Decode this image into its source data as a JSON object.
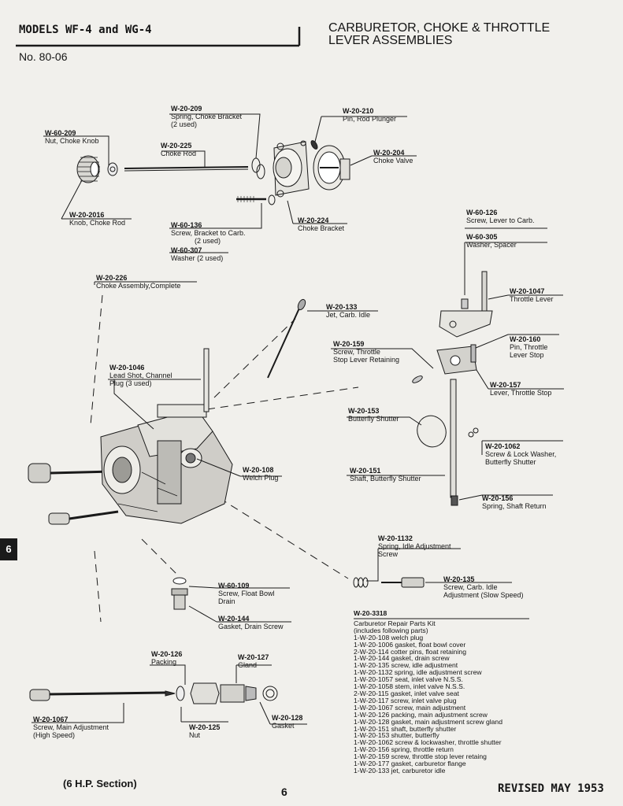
{
  "header": {
    "models": "MODELS WF-4 and WG-4",
    "number": "No. 80-06",
    "title_line1": "CARBURETOR, CHOKE & THROTTLE",
    "title_line2": "LEVER ASSEMBLIES"
  },
  "parts": {
    "p1": {
      "num": "W-60-209",
      "desc": "Nut, Choke Knob"
    },
    "p2": {
      "num": "W-20-209",
      "desc": "Spring, Choke Bracket\n(2 used)"
    },
    "p3": {
      "num": "W-20-225",
      "desc": "Choke Rod"
    },
    "p4": {
      "num": "W-20-210",
      "desc": "Pin, Rod Plunger"
    },
    "p5": {
      "num": "W-20-204",
      "desc": "Choke Valve"
    },
    "p6": {
      "num": "W-20-2016",
      "desc": "Knob, Choke Rod"
    },
    "p7": {
      "num": "W-60-136",
      "desc": "Screw, Bracket to Carb.\n            (2 used)"
    },
    "p8": {
      "num": "W-60-307",
      "desc": "Washer (2 used)"
    },
    "p9": {
      "num": "W-20-224",
      "desc": "Choke Bracket"
    },
    "p10": {
      "num": "W-60-126",
      "desc": "Screw, Lever to Carb."
    },
    "p11": {
      "num": "W-60-305",
      "desc": "Washer, Spacer"
    },
    "p12": {
      "num": "W-20-226",
      "desc": "Choke Assembly,Complete"
    },
    "p13": {
      "num": "W-20-1047",
      "desc": "Throttle Lever"
    },
    "p14": {
      "num": "W-20-133",
      "desc": "Jet, Carb. Idle"
    },
    "p15": {
      "num": "W-20-159",
      "desc": "Screw, Throttle\nStop Lever Retaining"
    },
    "p16": {
      "num": "W-20-160",
      "desc": "Pin, Throttle\nLever Stop"
    },
    "p17": {
      "num": "W-20-1046",
      "desc": "Lead Shot, Channel\nPlug (3 used)"
    },
    "p18": {
      "num": "W-20-157",
      "desc": "Lever, Throttle Stop"
    },
    "p19": {
      "num": "W-20-153",
      "desc": "Butterfly Shutter"
    },
    "p20": {
      "num": "W-20-1062",
      "desc": "Screw & Lock Washer,\nButterfly Shutter"
    },
    "p21": {
      "num": "W-20-108",
      "desc": "Welch Plug"
    },
    "p22": {
      "num": "W-20-151",
      "desc": "Shaft, Butterfly Shutter"
    },
    "p23": {
      "num": "W-20-156",
      "desc": "Spring, Shaft Return"
    },
    "p24": {
      "num": "W-20-1132",
      "desc": "Spring, Idle Adjustment\nScrew"
    },
    "p25": {
      "num": "W-20-135",
      "desc": "Screw, Carb. Idle\nAdjustment (Slow Speed)"
    },
    "p26": {
      "num": "W-60-109",
      "desc": "Screw, Float Bowl\nDrain"
    },
    "p27": {
      "num": "W-20-144",
      "desc": "Gasket, Drain Screw"
    },
    "p28": {
      "num": "W-20-126",
      "desc": "Packing"
    },
    "p29": {
      "num": "W-20-127",
      "desc": "Gland"
    },
    "p30": {
      "num": "W-20-1067",
      "desc": "Screw, Main Adjustment\n(High Speed)"
    },
    "p31": {
      "num": "W-20-125",
      "desc": "Nut"
    },
    "p32": {
      "num": "W-20-128",
      "desc": "Gasket"
    }
  },
  "kit": {
    "num": "W-20-3318",
    "lines": [
      "Carburetor Repair Parts Kit",
      "(includes following parts)",
      "1-W-20-108 welch plug",
      "1-W-20-1006 gasket, float bowl cover",
      "2-W-20-114 cotter pins, float retaining",
      "1-W-20-144 gasket, drain screw",
      "1-W-20-135 screw, idle adjustment",
      "1-W-20-1132 spring, idle adjustment screw",
      "1-W-20-1057 seat, inlet valve N.S.S.",
      "1-W-20-1058 stem, inlet valve N.S.S.",
      "2-W-20-115 gasket, inlet valve seat",
      "1-W-20-117 screw, inlet valve plug",
      "1-W-20-1067 screw, main adjustment",
      "1-W-20-126 packing, main adjustment screw",
      "1-W-20-128 gasket, main adjustment screw gland",
      "1-W-20-151 shaft, butterfly shutter",
      "1-W-20-153 shutter, butterfly",
      "1-W-20-1062 screw & lockwasher, throttle shutter",
      "1-W-20-156 spring, throttle return",
      "1-W-20-159 screw, throttle stop lever retaing",
      "1-W-20-177 gasket, carburetor flange",
      "1-W-20-133 jet, carburetor idle"
    ]
  },
  "side_tab": "6",
  "footer": {
    "left": "(6 H.P. Section)",
    "page": "6",
    "right": "REVISED MAY 1953"
  }
}
